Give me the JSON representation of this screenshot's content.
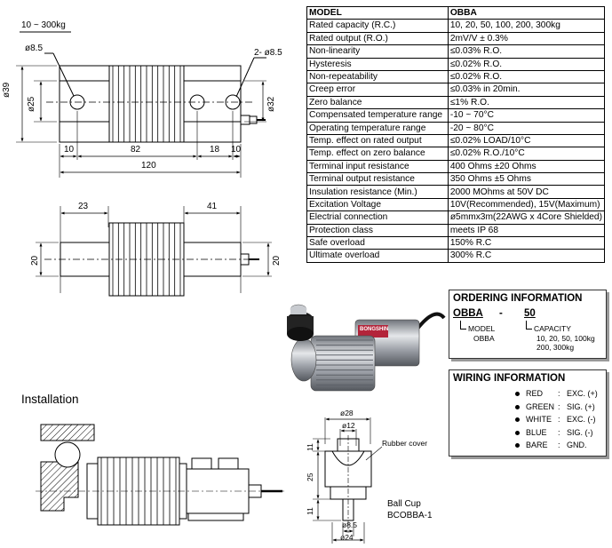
{
  "spec_table": {
    "header": {
      "key": "MODEL",
      "value": "OBBA"
    },
    "rows": [
      {
        "key": "Rated capacity (R.C.)",
        "value": "10, 20, 50, 100, 200, 300kg"
      },
      {
        "key": "Rated output (R.O.)",
        "value": "2mV/V ± 0.3%"
      },
      {
        "key": "Non-linearity",
        "value": "≤0.03% R.O."
      },
      {
        "key": "Hysteresis",
        "value": "≤0.02% R.O."
      },
      {
        "key": "Non-repeatability",
        "value": "≤0.02% R.O."
      },
      {
        "key": "Creep error",
        "value": "≤0.03% in 20min."
      },
      {
        "key": "Zero balance",
        "value": "≤1% R.O."
      },
      {
        "key": "Compensated temperature range",
        "value": "-10 ~ 70°C"
      },
      {
        "key": "Operating temperature range",
        "value": "-20 ~ 80°C"
      },
      {
        "key": "Temp. effect on rated output",
        "value": "≤0.02% LOAD/10°C"
      },
      {
        "key": "Temp. effect on zero balance",
        "value": "≤0.02% R.O./10°C"
      },
      {
        "key": "Terminal input resistance",
        "value": "400 Ohms ±20 Ohms"
      },
      {
        "key": "Terminal output resistance",
        "value": "350 Ohms ±5 Ohms"
      },
      {
        "key": "Insulation resistance (Min.)",
        "value": "2000 MOhms at 50V DC"
      },
      {
        "key": "Excitation Voltage",
        "value": "10V(Recommended), 15V(Maximum)"
      },
      {
        "key": "Electrial connection",
        "value": "ø5mmx3m(22AWG x 4Core Shielded)"
      },
      {
        "key": "Protection class",
        "value": "meets IP 68"
      },
      {
        "key": "Safe overload",
        "value": "150% R.C"
      },
      {
        "key": "Ultimate overload",
        "value": "300% R.C"
      }
    ]
  },
  "ordering": {
    "title": "ORDERING INFORMATION",
    "model_code": "OBBA",
    "dash": "-",
    "capacity_code": "50",
    "model_label": "MODEL",
    "model_value": "OBBA",
    "capacity_label": "CAPACITY",
    "capacity_values_1": "10, 20, 50, 100kg",
    "capacity_values_2": "200, 300kg"
  },
  "wiring": {
    "title": "WIRING INFORMATION",
    "wires": [
      {
        "color": "RED",
        "signal": "EXC. (+)"
      },
      {
        "color": "GREEN",
        "signal": "SIG. (+)"
      },
      {
        "color": "WHITE",
        "signal": "EXC. (-)"
      },
      {
        "color": "BLUE",
        "signal": "SIG. (-)"
      },
      {
        "color": "BARE",
        "signal": "GND."
      }
    ]
  },
  "drawing": {
    "capacity_range": "10 ~ 300kg",
    "hole_left": "ø8.5",
    "hole_right": "2- ø8.5",
    "dim_39": "ø39",
    "dim_25": "ø25",
    "dim_32": "ø32",
    "dim_10a": "10",
    "dim_82": "82",
    "dim_18": "18",
    "dim_10b": "10",
    "dim_120": "120",
    "dim_23": "23",
    "dim_41": "41",
    "dim_20a": "20",
    "dim_20b": "20"
  },
  "installation": {
    "title": "Installation"
  },
  "ballcup": {
    "dim_28": "ø28",
    "dim_12": "ø12",
    "rubber_cover": "Rubber cover",
    "dim_11a": "11",
    "dim_25": "25",
    "dim_11b": "11",
    "dim_8_5": "ø8.5",
    "dim_24": "ø24",
    "label_1": "Ball Cup",
    "label_2": "BCOBBA-1"
  },
  "photo": {
    "brand": "BONGSHIN"
  },
  "colors": {
    "brand_label": "#b3243a",
    "steel": "#b9bcc2",
    "line": "#000000"
  }
}
